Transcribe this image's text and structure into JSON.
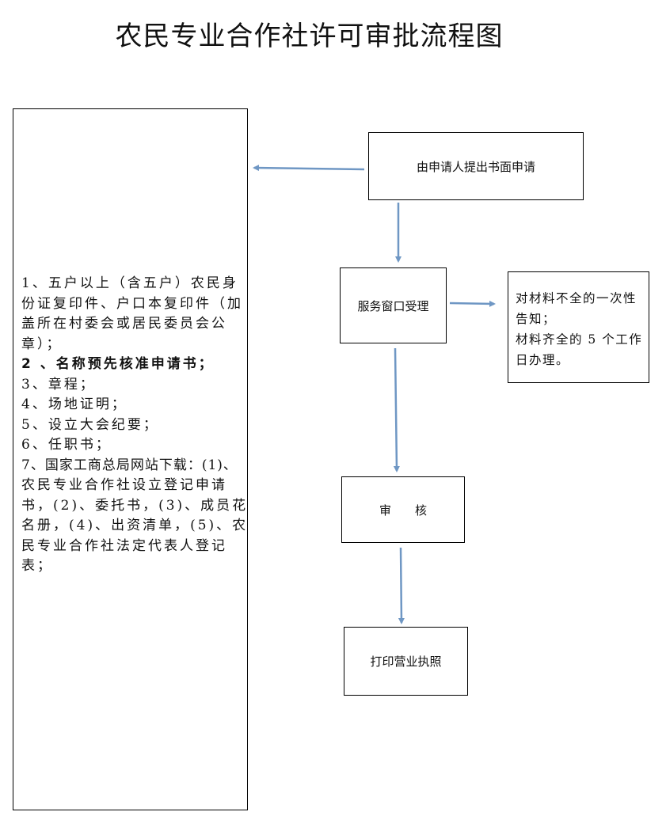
{
  "title": "农民专业合作社许可审批流程图",
  "materials": {
    "lines": [
      "1、五户以上（含五户）农民身",
      "份证复印件、户口本复印件（加",
      "盖所在村委会或居民委员会公",
      "章）；",
      "2 、名称预先核准申请书；",
      "3、章程；",
      "4、场地证明；",
      "5、设立大会纪要；",
      "6、任职书；",
      "7、国家工商总局网站下载：(1)、",
      "农民专业合作社设立登记申请",
      "书，(2)、委托书，(3)、成员花",
      "名册，(4)、出资清单，(5)、农",
      "民专业合作社法定代表人登记",
      "表；"
    ]
  },
  "steps": {
    "apply": "由申请人提出书面申请",
    "accept": "服务窗口受理",
    "review": "审　　核",
    "print": "打印营业执照"
  },
  "notice": {
    "lines": [
      "对材料不全的一次性",
      "告知；",
      "材料齐全的 5 个工作",
      "日办理。"
    ]
  },
  "colors": {
    "arrow": "#6f97c4",
    "border": "#000000"
  }
}
